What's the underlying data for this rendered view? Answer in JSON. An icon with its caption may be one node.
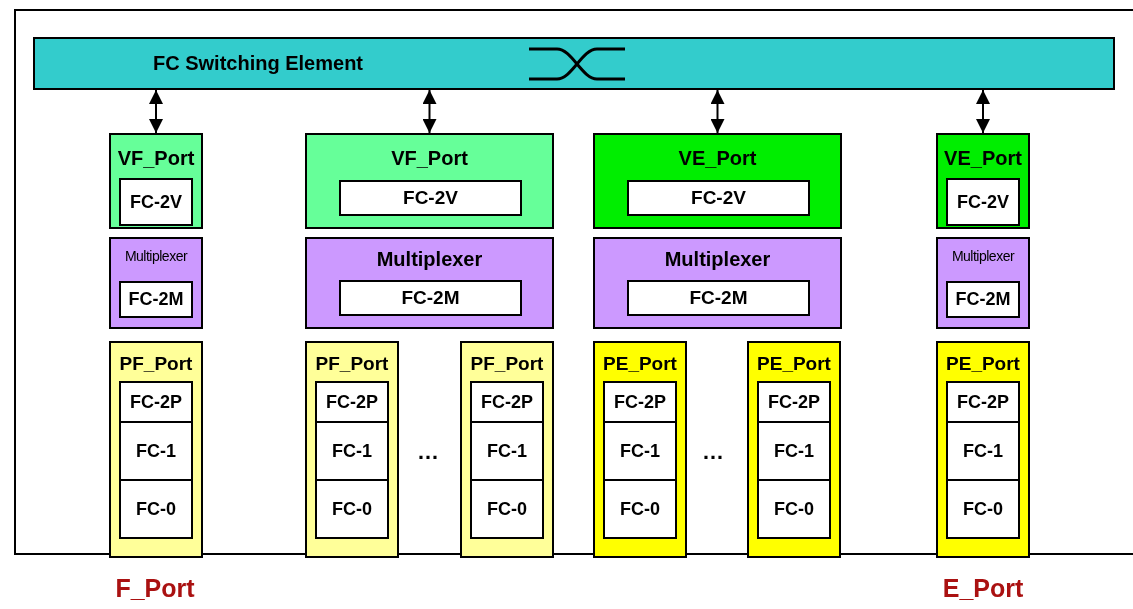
{
  "diagram": {
    "nodes": [
      {
        "text": [
          "FC Switching Element"
        ]
      },
      {
        "text": [
          "VF_Port"
        ]
      },
      {
        "text": [
          "FC-2V"
        ],
        "in": 1
      },
      {
        "text": [
          "Multiplexer"
        ]
      },
      {
        "text": [
          "FC-2M"
        ],
        "in": 3
      },
      {
        "text": [
          "PF_Port"
        ]
      },
      {
        "text": [
          "FC-2P"
        ],
        "in": 5
      },
      {
        "text": [
          "FC-1"
        ],
        "in": 5
      },
      {
        "text": [
          "FC-0"
        ],
        "in": 5
      },
      {
        "text": [
          "VF_Port"
        ]
      },
      {
        "text": [
          "FC-2V"
        ],
        "in": 9
      },
      {
        "text": [
          "Multiplexer"
        ]
      },
      {
        "text": [
          "FC-2M"
        ],
        "in": 11
      },
      {
        "text": [
          "PF_Port"
        ]
      },
      {
        "text": [
          "FC-2P"
        ],
        "in": 13
      },
      {
        "text": [
          "FC-1"
        ],
        "in": 13
      },
      {
        "text": [
          "FC-0"
        ],
        "in": 13
      },
      {
        "text": [
          "PF_Port"
        ]
      },
      {
        "text": [
          "FC-2P"
        ],
        "in": 17
      },
      {
        "text": [
          "FC-1"
        ],
        "in": 17
      },
      {
        "text": [
          "FC-0"
        ],
        "in": 17
      },
      {
        "text": [
          "VE_Port"
        ]
      },
      {
        "text": [
          "FC-2V"
        ],
        "in": 21
      },
      {
        "text": [
          "Multiplexer"
        ]
      },
      {
        "text": [
          "FC-2M"
        ],
        "in": 23
      },
      {
        "text": [
          "PE_Port"
        ]
      },
      {
        "text": [
          "FC-2P"
        ],
        "in": 25
      },
      {
        "text": [
          "FC-1"
        ],
        "in": 25
      },
      {
        "text": [
          "FC-0"
        ],
        "in": 25
      },
      {
        "text": [
          "PE_Port"
        ]
      },
      {
        "text": [
          "FC-2P"
        ],
        "in": 29
      },
      {
        "text": [
          "FC-1"
        ],
        "in": 29
      },
      {
        "text": [
          "FC-0"
        ],
        "in": 29
      },
      {
        "text": [
          "VE_Port"
        ]
      },
      {
        "text": [
          "FC-2V"
        ],
        "in": 33
      },
      {
        "text": [
          "Multiplexer"
        ]
      },
      {
        "text": [
          "FC-2M"
        ],
        "in": 35
      },
      {
        "text": [
          "PE_Port"
        ]
      },
      {
        "text": [
          "FC-2P"
        ],
        "in": 37
      },
      {
        "text": [
          "FC-1"
        ],
        "in": 37
      },
      {
        "text": [
          "FC-0"
        ],
        "in": 37
      }
    ],
    "edges": [
      {
        "from": 0,
        "to": 1,
        "arrow": "both"
      },
      {
        "from": 0,
        "to": 9,
        "arrow": "both"
      },
      {
        "from": 0,
        "to": 21,
        "arrow": "both"
      },
      {
        "from": 0,
        "to": 33,
        "arrow": "both"
      }
    ],
    "labels": [
      "…",
      "…",
      "F_Port",
      "E_Port"
    ]
  }
}
